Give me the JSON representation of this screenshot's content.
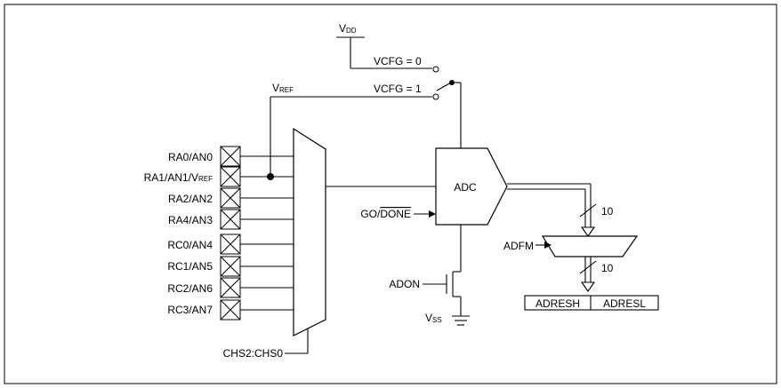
{
  "supply": {
    "vdd": {
      "main": "V",
      "sub": "DD"
    },
    "vss": {
      "main": "V",
      "sub": "SS"
    }
  },
  "vref": {
    "main": "V",
    "sub": "REF"
  },
  "vcfg": {
    "zero": "VCFG = 0",
    "one": "VCFG = 1"
  },
  "pins": [
    {
      "label": "RA0/AN0",
      "sub": ""
    },
    {
      "label": "RA1/AN1/V",
      "sub": "REF"
    },
    {
      "label": "RA2/AN2",
      "sub": ""
    },
    {
      "label": "RA4/AN3",
      "sub": ""
    },
    {
      "label": "RC0/AN4",
      "sub": ""
    },
    {
      "label": "RC1/AN5",
      "sub": ""
    },
    {
      "label": "RC2/AN6",
      "sub": ""
    },
    {
      "label": "RC3/AN7",
      "sub": ""
    }
  ],
  "adc": {
    "label": "ADC"
  },
  "go_done": {
    "go": "GO/",
    "done": "DONE"
  },
  "bus_width": {
    "upper": "10",
    "lower": "10"
  },
  "adfm": "ADFM",
  "registers": {
    "high": "ADRESH",
    "low": "ADRESL"
  },
  "adon": "ADON",
  "chs": "CHS2:CHS0"
}
